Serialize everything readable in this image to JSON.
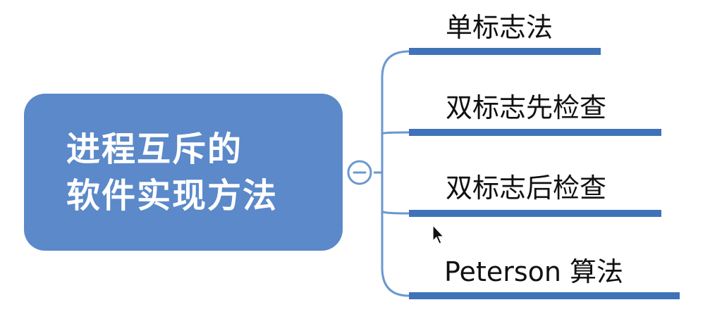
{
  "colors": {
    "node_fill": "#5b89c9",
    "bar": "#3f72b8",
    "line": "#6b97cf",
    "button_stroke": "#6b97cf"
  },
  "root": {
    "line1": "进程互斥的",
    "line2": "软件实现方法"
  },
  "branches": [
    {
      "label": "单标志法"
    },
    {
      "label": "双标志先检查"
    },
    {
      "label": "双标志后检查"
    },
    {
      "label": "Peterson 算法"
    }
  ],
  "collapse_button": {
    "icon": "minus-circle-icon"
  },
  "cursor": {
    "icon": "arrow-pointer-icon"
  }
}
